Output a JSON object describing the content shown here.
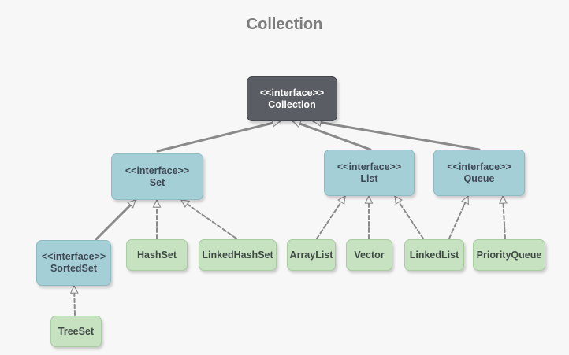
{
  "title": "Collection",
  "nodes": {
    "collection": {
      "stereotype": "<<interface>>",
      "name": "Collection"
    },
    "set": {
      "stereotype": "<<interface>>",
      "name": "Set"
    },
    "list": {
      "stereotype": "<<interface>>",
      "name": "List"
    },
    "queue": {
      "stereotype": "<<interface>>",
      "name": "Queue"
    },
    "sortedset": {
      "stereotype": "<<interface>>",
      "name": "SortedSet"
    },
    "hashset": {
      "name": "HashSet"
    },
    "linkedhashset": {
      "name": "LinkedHashSet"
    },
    "arraylist": {
      "name": "ArrayList"
    },
    "vector": {
      "name": "Vector"
    },
    "linkedlist": {
      "name": "LinkedList"
    },
    "priorityqueue": {
      "name": "PriorityQueue"
    },
    "treeset": {
      "name": "TreeSet"
    }
  },
  "edges": [
    {
      "from": "set",
      "to": "collection",
      "relation": "extends"
    },
    {
      "from": "list",
      "to": "collection",
      "relation": "extends"
    },
    {
      "from": "queue",
      "to": "collection",
      "relation": "extends"
    },
    {
      "from": "sortedset",
      "to": "set",
      "relation": "extends"
    },
    {
      "from": "hashset",
      "to": "set",
      "relation": "implements"
    },
    {
      "from": "linkedhashset",
      "to": "set",
      "relation": "implements"
    },
    {
      "from": "arraylist",
      "to": "list",
      "relation": "implements"
    },
    {
      "from": "vector",
      "to": "list",
      "relation": "implements"
    },
    {
      "from": "linkedlist",
      "to": "list",
      "relation": "implements"
    },
    {
      "from": "linkedlist",
      "to": "queue",
      "relation": "implements"
    },
    {
      "from": "priorityqueue",
      "to": "queue",
      "relation": "implements"
    },
    {
      "from": "treeset",
      "to": "sortedset",
      "relation": "implements"
    }
  ],
  "colors": {
    "root_interface": "#5a5d63",
    "interface": "#a5cfd7",
    "class": "#c7e2c0",
    "edge": "#8a8a8a",
    "title": "#7d7d7d"
  }
}
